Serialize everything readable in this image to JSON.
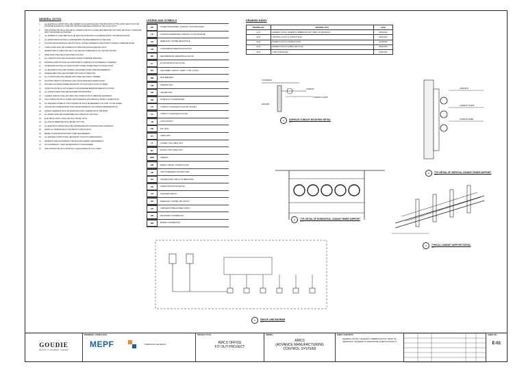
{
  "general_notes": {
    "title": "GENERAL NOTES",
    "items": [
      {
        "n": "1.",
        "t": "ALL ELECTRICAL WORKS SHALL BE CARRIED IN ACCORDANCE WITH THE PROVISION OF THE LATEST EDITION OF THE PHILIPPINE ELECTRICAL CODE AND THE RULES AND REGULATIONS OF THE LOCAL UTILITY."
      },
      {
        "n": "2.",
        "t": "THE CONTRACTOR SHALL SECURE ALL PERMITS AND PAY ALL FEES REQUIRED FOR THE WORK AND SHALL COORDINATE WITH THE PROPER AUTHORITIES."
      },
      {
        "n": "3.",
        "t": "ALL MATERIALS TO BE USED SHALL BE NEW AND APPROVED IN ACCORDANCE WITH THE SPECIFICATIONS."
      },
      {
        "n": "4.",
        "t": "ALL WIRING METHODS SHALL CONFORM WITH THE REQUIREMENTS OF THE CODE."
      },
      {
        "n": "5.",
        "t": "LIGHTING AND RECEPTACLE CIRCUITS SHALL NOT BE COMBINED IN ONE CONDUIT UNLESS OTHERWISE NOTED."
      },
      {
        "n": "6.",
        "t": "CONDUCTORS SHALL BE COPPER WITH THHN INSULATION RATED 600 VOLTS."
      },
      {
        "n": "7.",
        "t": "MINIMUM SIZE OF WIRE SHALL BE 3.5 SQ. MM FOR POWER AND 2.0 SQ. MM FOR LIGHTING."
      },
      {
        "n": "8.",
        "t": "HOME RUNS SHALL BE AS INDICATED ON PLANS."
      },
      {
        "n": "9.",
        "t": "ALL CONDUITS SHALL BE CONCEALED UNLESS OTHERWISE INDICATED."
      },
      {
        "n": "10.",
        "t": "EXPOSED CONDUITS SHALL BE SUPPORTED AT INTERVALS NOT EXCEEDING 1.5 METERS."
      },
      {
        "n": "11.",
        "t": "COORDINATE ROUTING OF CONDUITS WITH OTHER TRADES PRIOR TO INSTALLATION."
      },
      {
        "n": "12.",
        "t": "ALL EQUIPMENT SHALL BE PROPERLY GROUNDED AS PER CODE REQUIREMENTS."
      },
      {
        "n": "13.",
        "t": "PANELBOARDS SHALL BE PROVIDED WITH CIRCUIT DIRECTORY."
      },
      {
        "n": "14.",
        "t": "ALL OUTLETS SHALL BE LABELED WITH PANEL AND CIRCUIT NUMBER."
      },
      {
        "n": "15.",
        "t": "MOUNTING HEIGHTS OF DEVICES SHALL BE AS INDICATED UNLESS NOTED."
      },
      {
        "n": "16.",
        "t": "PROVIDE PULL BOXES WHERE NECESSARY TO FACILITATE PULLING OF WIRES."
      },
      {
        "n": "17.",
        "t": "CONDUIT RUNS SHALL NOT EXCEED FOUR 90 DEGREE BENDS BETWEEN PULL POINTS."
      },
      {
        "n": "18.",
        "t": "ALL CONDUIT ENDS SHALL BE PROVIDED WITH BUSHINGS."
      },
      {
        "n": "19.",
        "t": "FLEXIBLE CONDUIT SHALL BE USED FOR CONNECTIONS TO VIBRATING EQUIPMENT."
      },
      {
        "n": "20.",
        "t": "THE CONTRACTOR SHALL SUBMIT SHOP DRAWINGS FOR APPROVAL PRIOR TO FABRICATION."
      },
      {
        "n": "21.",
        "t": "ALL DAMAGES CAUSED BY THE CONTRACTOR SHALL BE REPAIRED AT NO COST TO THE OWNER."
      },
      {
        "n": "22.",
        "t": "TESTING AND COMMISSIONING SHALL BE WITNESSED BY THE OWNER'S REPRESENTATIVE."
      },
      {
        "n": "23.",
        "t": "AS-BUILT DRAWINGS SHALL BE SUBMITTED UPON COMPLETION OF THE WORK."
      },
      {
        "n": "24.",
        "t": "ALL WORKS SHALL BE GUARANTEED FOR A PERIOD OF ONE YEAR."
      },
      {
        "n": "25.",
        "t": "ELECTRICAL SUPPLY SHALL BE 230V, 3 PHASE, 60 HZ."
      },
      {
        "n": "26.",
        "t": "ALL CIRCUIT BREAKERS SHALL BE BOLT-ON TYPE."
      },
      {
        "n": "27.",
        "t": "ALL ELECTRICAL WORKS SHALL BE COORDINATED WITH ARCHITECTURAL DRAWINGS."
      },
      {
        "n": "28.",
        "t": "VERIFY ALL DIMENSIONS AT SITE PRIOR TO INSTALLATION."
      },
      {
        "n": "29.",
        "t": "REFER TO SPECIFICATIONS FOR OTHER REQUIREMENTS."
      },
      {
        "n": "30.",
        "t": "ALL EXPOSED CONDUIT SHALL BE PAINTED TO MATCH SURROUNDINGS."
      },
      {
        "n": "31.",
        "t": "DRAWINGS ARE DIAGRAMMATIC AND INDICATE GENERAL ARRANGEMENT."
      },
      {
        "n": "32.",
        "t": "ANY DISCREPANCY SHALL BE REPORTED TO THE ENGINEER."
      },
      {
        "n": "33.",
        "t": "THE CONTRACTOR SHALL MAINTAIN A CLEAN WORKSITE AT ALL TIMES."
      }
    ]
  },
  "legend": {
    "title": "LEGEND AND SYMBOLS",
    "items": [
      {
        "s": "PP",
        "t": "POWER PANELBOARD, SURFACE / FLUSH MOUNTED"
      },
      {
        "s": "LP",
        "t": "LIGHTING PANELBOARD, SURFACE / FLUSH MOUNTED"
      },
      {
        "s": "SS",
        "t": "EMERGENCY POWER RECEPTACLE"
      },
      {
        "s": "CR",
        "t": "CONVENIENCE RECEPTACLE OUTLET"
      },
      {
        "s": "WP",
        "t": "WEATHERPROOF RECEPTACLE OUTLET"
      },
      {
        "s": "FL",
        "t": "FLOOR RECEPTACLE OUTLET"
      },
      {
        "s": "DS",
        "t": "DISCONNECT SWITCH, SAFETY TYPE, 2-POLE"
      },
      {
        "s": "MB",
        "t": "MAIN BREAKER"
      },
      {
        "s": "TB",
        "t": "TERMINAL BOX"
      },
      {
        "s": "GR",
        "t": "GROUND ROD"
      },
      {
        "s": "HR",
        "t": "HOME RUN TO PANELBOARD"
      },
      {
        "s": "CC",
        "t": "CONDUIT CONCEALED IN CEILING OR WALL"
      },
      {
        "s": "CF",
        "t": "CONDUIT CONCEALED IN FLOOR"
      },
      {
        "s": "JB",
        "t": "JUNCTION BOX"
      },
      {
        "s": "PB",
        "t": "PULL BOX"
      },
      {
        "s": "CT",
        "t": "CABLE TRAY"
      },
      {
        "s": "LT",
        "t": "LADDER TYPE CABLE TRAY"
      },
      {
        "s": "BT",
        "t": "BASKET TYPE CABLE TRAY"
      },
      {
        "s": "WW",
        "t": "WIREWAY"
      },
      {
        "s": "EM",
        "t": "ENERGY METER, KILOWATT-HOUR"
      },
      {
        "s": "CB",
        "t": "CIRCUIT BREAKER, MOLDED CASE"
      },
      {
        "s": "GF",
        "t": "GROUND FAULT CIRCUIT INTERRUPTER"
      },
      {
        "s": "SP",
        "t": "SURGE PROTECTIVE DEVICE"
      },
      {
        "s": "TS",
        "t": "TRANSFER SWITCH"
      },
      {
        "s": "EP",
        "t": "EMERGENCY POWER OFF SWITCH"
      },
      {
        "s": "UP",
        "t": "UNINTERRUPTIBLE POWER SUPPLY"
      },
      {
        "s": "SD",
        "t": "SECONDARY DISTRIBUTION"
      },
      {
        "s": "BD",
        "t": "BUSWAY DISTRIBUTION"
      }
    ]
  },
  "drawing_index": {
    "title": "DRAWING INDEX",
    "headers": [
      "DRAWING NO.",
      "DRAWING TITLE",
      "DATE"
    ],
    "rows": [
      [
        "E-01",
        "GENERAL NOTES, LEGENDS & ABBREVIATIONS, INDEX OF DRAWINGS",
        "00/00/2022"
      ],
      [
        "E-02",
        "LIGHTING LAYOUT & CONDUIT PLAN",
        "00/00/2022"
      ],
      [
        "E-03",
        "POWER LAYOUT & CONDUIT PLAN",
        "00/00/2022"
      ],
      [
        "E-04",
        "POWER LAYOUT & CABLE TRAY PLAN",
        "00/00/2022"
      ],
      [
        "E-05",
        "LOAD SCHEDULES",
        "00/00/2022"
      ]
    ]
  },
  "details": {
    "d1": {
      "num": "1",
      "title": "SURFACE CONDUIT MOUNTING DETAIL",
      "scale": "NTS"
    },
    "d2": {
      "num": "2",
      "title": "TYP. DETAIL OF VERTICAL CONDUIT RISER SUPPORT",
      "scale": "NTS"
    },
    "d3": {
      "num": "3",
      "title": "TYP. DETAIL OF HORIZONTAL CONDUIT RISER SUPPORT",
      "scale": "NTS"
    },
    "d4": {
      "num": "4",
      "title": "TYPICAL CONDUIT SUPPORT DETAIL",
      "scale": "NTS"
    },
    "d5": {
      "num": "5",
      "title": "SINGLE LINE DIAGRAM",
      "scale": "NTS"
    }
  },
  "title_block": {
    "company": "GOUDIE",
    "company_sub": "ARCHITECTS • ENGINEERS • PLANNERS",
    "consultant_hdr": "ENGINEER / CONSULTANT",
    "consultant_logo": "MEPF",
    "consultant_name": "ANDRIANO DE JESUS",
    "project_hdr": "PROJECT TITLE",
    "project_title_1": "AMCS OFFICE",
    "project_title_2": "FIT OUT PROJECT",
    "owner_hdr": "OWNER",
    "owner_1": "AMCS",
    "owner_2": "(ADVANCE MANUFACTURING",
    "owner_3": "CONTROL SYSTEM)",
    "sheet_contents_hdr": "SHEET CONTENTS",
    "sheet_contents": "GENERAL NOTES, LEGENDS & ABBREVIATIONS, INDEX OF DRAWINGS, SCHEMATICS AND MISCELLANEOUS DETAILS",
    "sheet_no_hdr": "SHEET NO.",
    "sheet_no": "E-01"
  },
  "colors": {
    "line": "#222222",
    "logo_blue": "#1a5fa8",
    "logo_orange": "#f08a1c"
  }
}
